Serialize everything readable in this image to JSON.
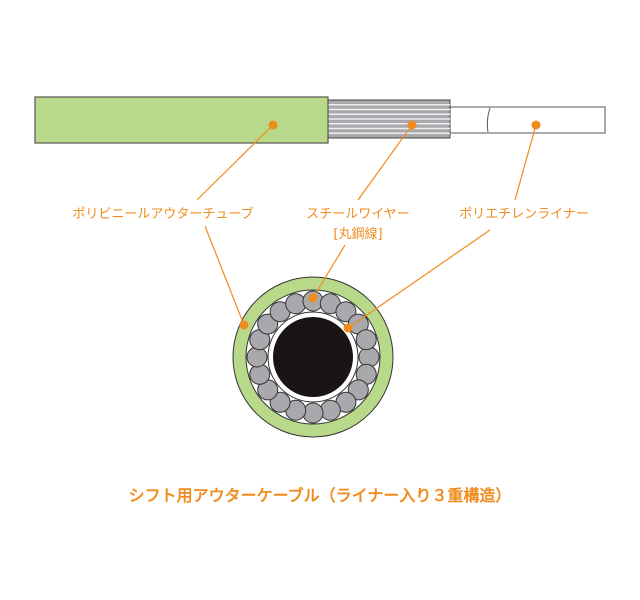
{
  "labels": {
    "outer_tube": "ポリビニールアウターチューブ",
    "steel_wire": "スチールワイヤー",
    "steel_wire_sub": "[丸鋼線]",
    "liner": "ポリエチレンライナー"
  },
  "title": "シフト用アウターケーブル（ライナー入り３重構造）",
  "colors": {
    "accent": "#f08c1e",
    "tube": "#b9d98a",
    "wire": "#a9a9ad",
    "core": "#1a1414"
  },
  "wire_count": 20
}
